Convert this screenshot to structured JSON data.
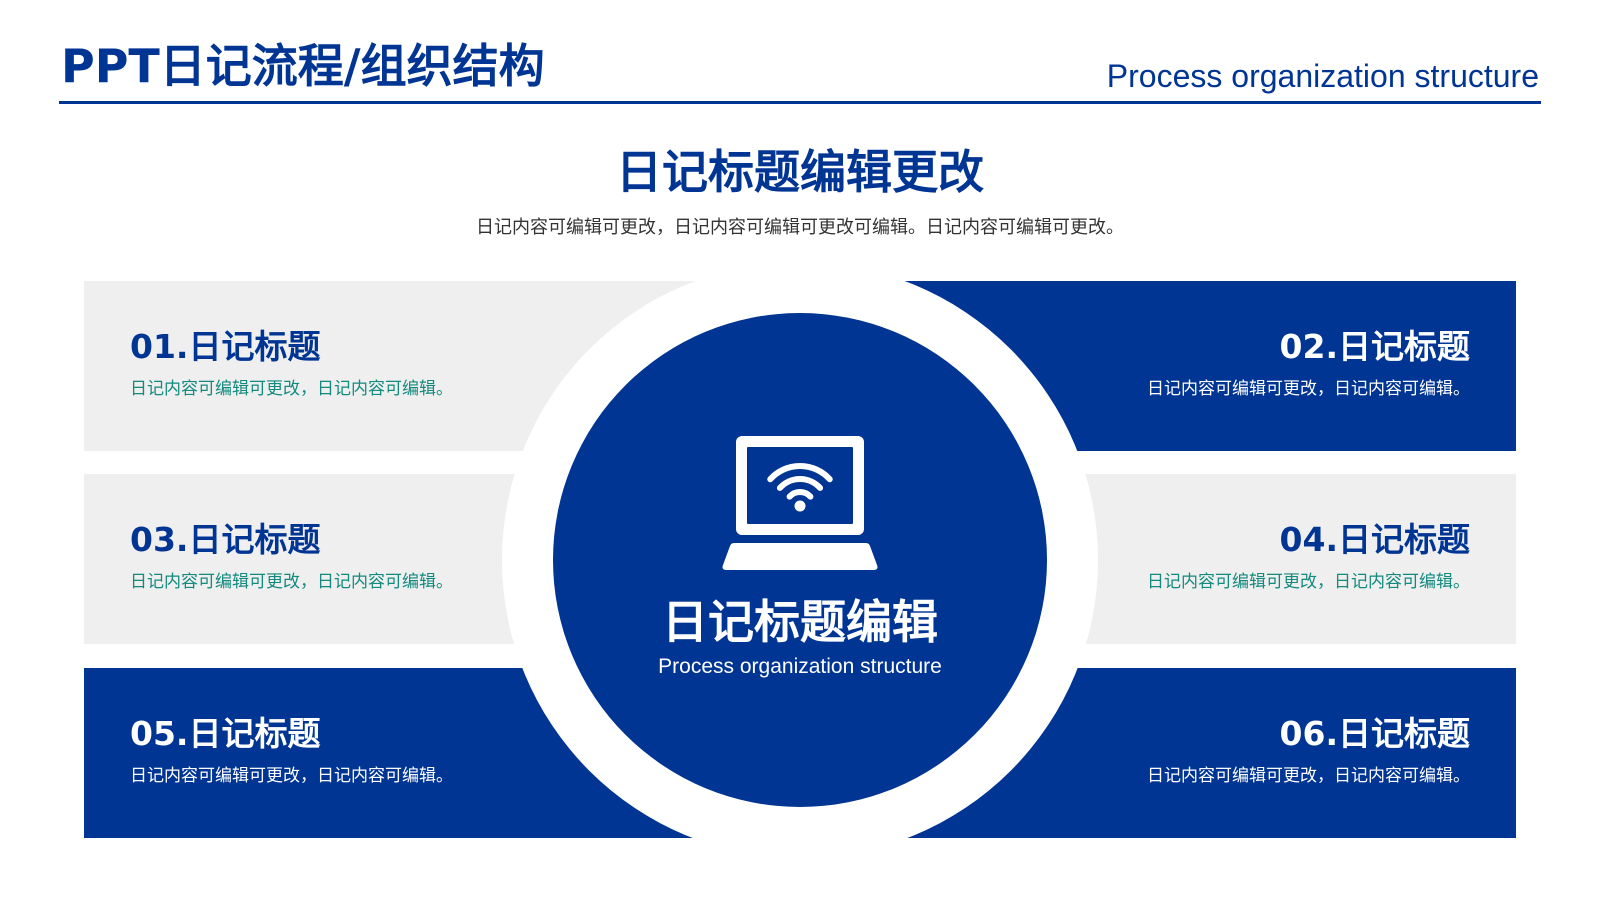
{
  "header": {
    "title": "PPT日记流程/组织结构",
    "subtitle": "Process organization structure"
  },
  "intro": {
    "heading": "日记标题编辑更改",
    "text": "日记内容可编辑可更改，日记内容可编辑可更改可编辑。日记内容可编辑可更改。"
  },
  "center": {
    "icon": "laptop-wifi-icon",
    "title": "日记标题编辑",
    "subtitle": "Process organization structure"
  },
  "items": [
    {
      "title": "01.日记标题",
      "text": "日记内容可编辑可更改，日记内容可编辑。",
      "fill": "#efefef",
      "title_color": "#003594",
      "text_color": "#138a7e"
    },
    {
      "title": "02.日记标题",
      "text": "日记内容可编辑可更改，日记内容可编辑。",
      "fill": "#003594",
      "title_color": "#ffffff",
      "text_color": "#ffffff"
    },
    {
      "title": "03.日记标题",
      "text": "日记内容可编辑可更改，日记内容可编辑。",
      "fill": "#efefef",
      "title_color": "#003594",
      "text_color": "#138a7e"
    },
    {
      "title": "04.日记标题",
      "text": "日记内容可编辑可更改，日记内容可编辑。",
      "fill": "#efefef",
      "title_color": "#003594",
      "text_color": "#138a7e"
    },
    {
      "title": "05.日记标题",
      "text": "日记内容可编辑可更改，日记内容可编辑。",
      "fill": "#003594",
      "title_color": "#ffffff",
      "text_color": "#ffffff"
    },
    {
      "title": "06.日记标题",
      "text": "日记内容可编辑可更改，日记内容可编辑。",
      "fill": "#003594",
      "title_color": "#ffffff",
      "text_color": "#ffffff"
    }
  ],
  "colors": {
    "primary": "#003594",
    "panel_light": "#efefef",
    "accent_text": "#138a7e",
    "body_text": "#333333",
    "background": "#ffffff"
  }
}
